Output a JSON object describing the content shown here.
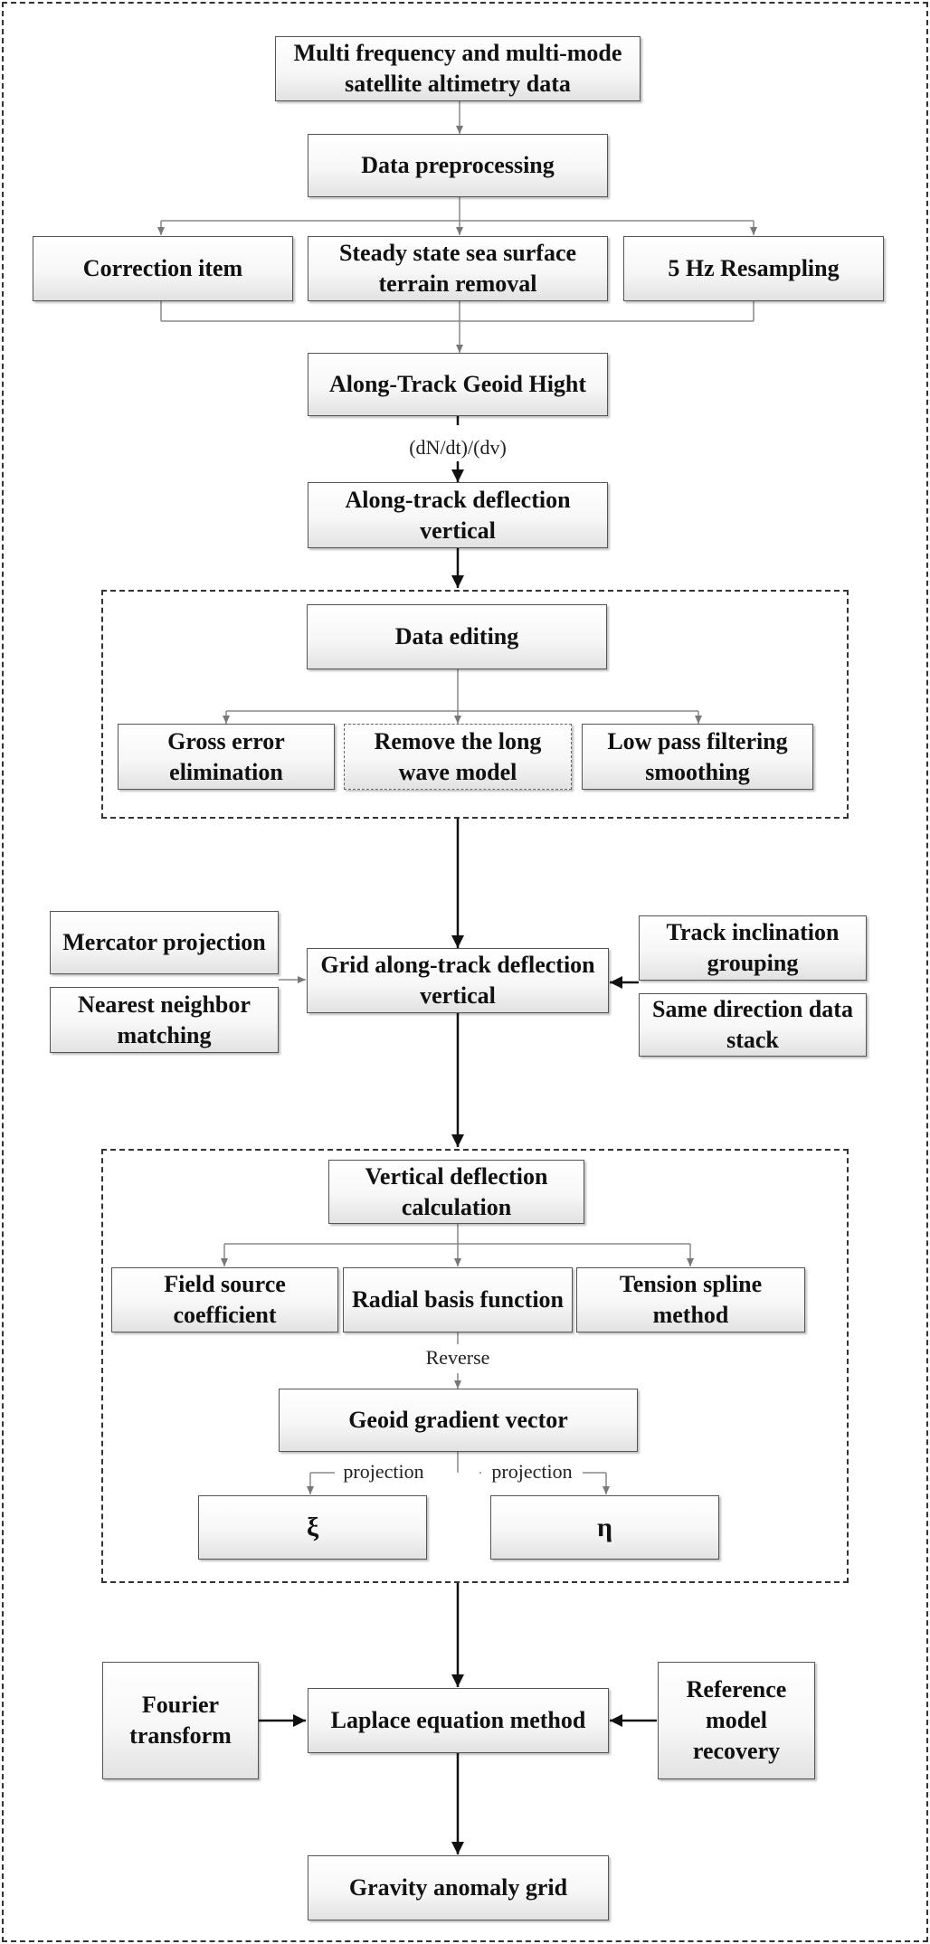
{
  "nodes": {
    "altimetry_data": "Multi frequency and multi-mode satellite altimetry data",
    "data_preprocessing": "Data preprocessing",
    "correction_item": "Correction item",
    "steady_state": "Steady state sea surface terrain removal",
    "resampling": "5 Hz Resampling",
    "along_track_geoid": "Along-Track Geoid Hight",
    "along_track_deflection": "Along-track deflection vertical",
    "data_editing": "Data editing",
    "gross_error": "Gross error elimination",
    "remove_long_wave": "Remove the long wave model",
    "low_pass": "Low pass filtering smoothing",
    "mercator": "Mercator projection",
    "nearest_neighbor": "Nearest neighbor matching",
    "grid_deflection": "Grid along-track deflection vertical",
    "track_inclination": "Track inclination grouping",
    "same_direction": "Same direction data stack",
    "vertical_deflection_calc": "Vertical deflection calculation",
    "field_source": "Field source coefficient",
    "radial_basis": "Radial basis function",
    "tension_spline": "Tension spline method",
    "geoid_gradient": "Geoid gradient vector",
    "xi": "ξ",
    "eta": "η",
    "fourier": "Fourier transform",
    "laplace": "Laplace equation method",
    "reference_model": "Reference model recovery",
    "gravity_grid": "Gravity anomaly grid"
  },
  "edge_labels": {
    "derivative": "(dN/dt)/(dv)",
    "reverse": "Reverse",
    "projection_left": "projection",
    "projection_right": "projection"
  }
}
